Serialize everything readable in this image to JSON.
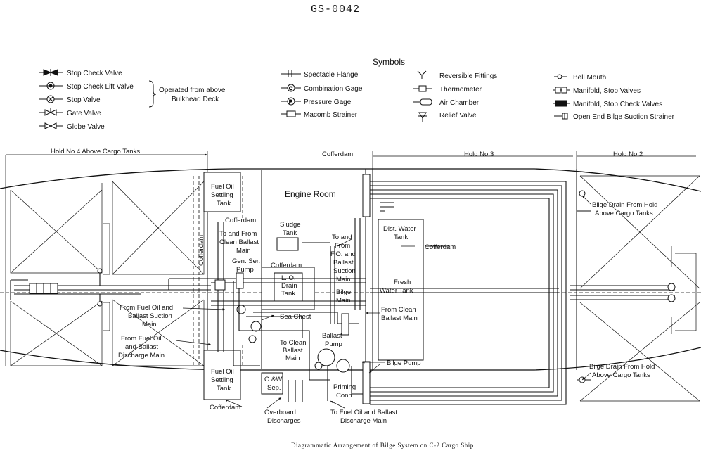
{
  "header": {
    "doc_id": "GS-0042"
  },
  "symbols": {
    "title": "Symbols",
    "col1": [
      {
        "icon": "stop-check-valve-icon",
        "label": "Stop Check Valve"
      },
      {
        "icon": "stop-check-lift-valve-icon",
        "label": "Stop Check Lift Valve"
      },
      {
        "icon": "stop-valve-icon",
        "label": "Stop Valve"
      },
      {
        "icon": "gate-valve-icon",
        "label": "Gate Valve"
      },
      {
        "icon": "globe-valve-icon",
        "label": "Globe Valve"
      }
    ],
    "bracket_note_1": "Operated from above",
    "bracket_note_2": "Bulkhead Deck",
    "col2": [
      {
        "icon": "spectacle-flange-icon",
        "label": "Spectacle Flange"
      },
      {
        "icon": "combination-gage-icon",
        "label": "Combination Gage"
      },
      {
        "icon": "pressure-gage-icon",
        "label": "Pressure Gage"
      },
      {
        "icon": "macomb-strainer-icon",
        "label": "Macomb Strainer"
      }
    ],
    "col3": [
      {
        "icon": "reversible-fittings-icon",
        "label": "Reversible Fittings"
      },
      {
        "icon": "thermometer-icon",
        "label": "Thermometer"
      },
      {
        "icon": "air-chamber-icon",
        "label": "Air Chamber"
      },
      {
        "icon": "relief-valve-icon",
        "label": "Relief Valve"
      }
    ],
    "col4": [
      {
        "icon": "bell-mouth-icon",
        "label": "Bell Mouth"
      },
      {
        "icon": "manifold-stop-valves-icon",
        "label": "Manifold, Stop Valves"
      },
      {
        "icon": "manifold-stop-check-valves-icon",
        "label": "Manifold, Stop Check Valves"
      },
      {
        "icon": "open-end-strainer-icon",
        "label": "Open End Bilge Suction Strainer"
      }
    ]
  },
  "diagram": {
    "hold4": "Hold No.4 Above Cargo Tanks",
    "cofferdam_top": "Cofferdam",
    "hold3": "Hold No.3",
    "hold2": "Hold No.2",
    "engine_room": "Engine Room",
    "fuel_oil_settling_top": [
      "Fuel Oil",
      "Settling",
      "Tank"
    ],
    "cofferdam_label_a": "Cofferdam",
    "cofferdam_vertical": "Cofferdam",
    "to_from_clean_ballast": [
      "To and From",
      "Clean Ballast",
      "Main"
    ],
    "sludge_tank": [
      "Sludge",
      "Tank"
    ],
    "gen_ser_pump": [
      "Gen. Ser.",
      "Pump"
    ],
    "cofferdam_lo": "Cofferdam",
    "lo_drain_tank": [
      "L. O.",
      "Drain",
      "Tank"
    ],
    "to_from_fo_ballast": [
      "To and",
      "From",
      "F.O. and",
      "Ballast",
      "Suction",
      "Main"
    ],
    "bilge_main": [
      "Bilge",
      "Main"
    ],
    "dist_water_tank": [
      "Dist. Water",
      "Tank"
    ],
    "cofferdam_right": "Cofferdam",
    "fresh_water_tank": [
      "Fresh",
      "Water Tank"
    ],
    "from_clean_ballast": [
      "From Clean",
      "Ballast Main"
    ],
    "bilge_drain_top": [
      "Bilge Drain From Hold",
      "Above Cargo Tanks"
    ],
    "bilge_drain_bottom": [
      "Bilge Drain From Hold",
      "Above Cargo Tanks"
    ],
    "from_fo_suction": [
      "From Fuel Oil and",
      "Ballast Suction",
      "Main"
    ],
    "sea_chest": "Sea Chest",
    "to_clean_ballast": [
      "To Clean",
      "Ballast",
      "Main"
    ],
    "ballast_pump": [
      "Ballast",
      "Pump"
    ],
    "from_fo_discharge": [
      "From Fuel Oil",
      "and Ballast",
      "Discharge Main"
    ],
    "bilge_pump": "Bilge Pump",
    "fuel_oil_settling_bottom": [
      "Fuel Oil",
      "Settling",
      "Tank"
    ],
    "ow_sep": [
      "O.&W.",
      "Sep."
    ],
    "priming_conn": [
      "Priming",
      "Conn."
    ],
    "cofferdam_bottom": "Cofferdam",
    "overboard": [
      "Overboard",
      "Discharges"
    ],
    "to_fo_discharge": [
      "To Fuel Oil and Ballast",
      "Discharge Main"
    ]
  },
  "caption": "Diagrammatic Arrangement of Bilge System on C-2 Cargo Ship"
}
